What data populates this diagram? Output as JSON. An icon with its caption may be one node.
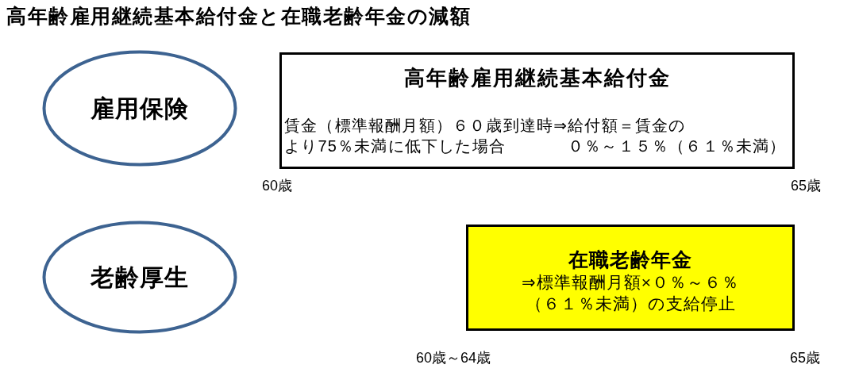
{
  "diagram": {
    "title": "高年齢雇用継続基本給付金と在職老齢年金の減額",
    "nodes": [
      {
        "text": [
          "雇用保険"
        ]
      },
      {
        "text": [
          "高年齢雇用継続基本給付金",
          "賃金（標準報酬月額）６０歳到達時⇒給付額＝賃金の",
          "より75％未満に低下した場合",
          "０％～１５％（６１％未満）"
        ],
        "beside": [
          "60歳",
          "65歳"
        ]
      },
      {
        "text": [
          "老齢厚生"
        ]
      },
      {
        "text": [
          "在職老齢年金",
          "⇒標準報酬月額×０％～６％（６１％未満）の支給停止"
        ],
        "beside": [
          "60歳～64歳",
          "65歳"
        ]
      }
    ]
  }
}
